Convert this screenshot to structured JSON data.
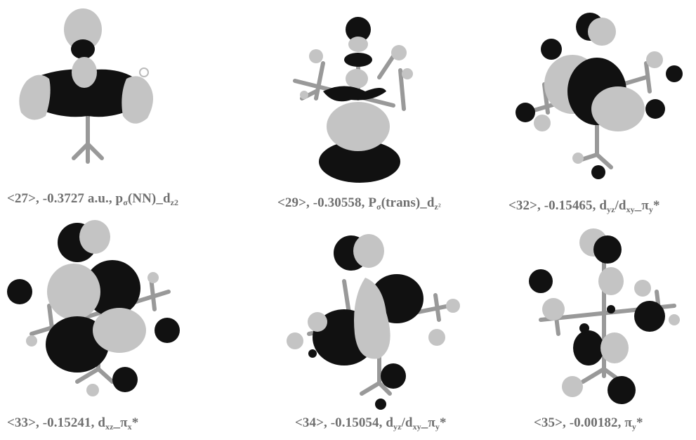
{
  "figure": {
    "panels": [
      {
        "id": "p27",
        "caption_pre": "<27>, -0.3727 a.u., p",
        "s1": "σ",
        "caption_mid": "(NN)_d",
        "s2": "z2",
        "caption_post": ""
      },
      {
        "id": "p29",
        "caption_pre": "<29>, -0.30558, P",
        "s1": "σ",
        "caption_mid": "(trans)_d",
        "s2": "z²",
        "caption_post": ""
      },
      {
        "id": "p32",
        "caption_pre": "<32>, -0.15465, d",
        "s1": "yz",
        "caption_mid": "/d",
        "s2": "xy",
        "caption_post": "_π",
        "s3": "y",
        "caption_end": "*"
      },
      {
        "id": "p33",
        "caption_pre": "<33>, -0.15241, d",
        "s1": "xz",
        "caption_mid": "_π",
        "s2": "x",
        "caption_post": "*"
      },
      {
        "id": "p34",
        "caption_pre": "<34>, -0.15054, d",
        "s1": "yz",
        "caption_mid": "/d",
        "s2": "xy",
        "caption_post": "_π",
        "s3": "y",
        "caption_end": "*"
      },
      {
        "id": "p35",
        "caption_pre": "<35>, -0.00182, π",
        "s1": "y",
        "caption_mid": "*",
        "s2": "",
        "caption_post": ""
      }
    ],
    "colors": {
      "lobe_dark": "#111111",
      "lobe_light": "#c4c4c4",
      "bond": "#999999",
      "caption": "#6f6f6f"
    }
  }
}
